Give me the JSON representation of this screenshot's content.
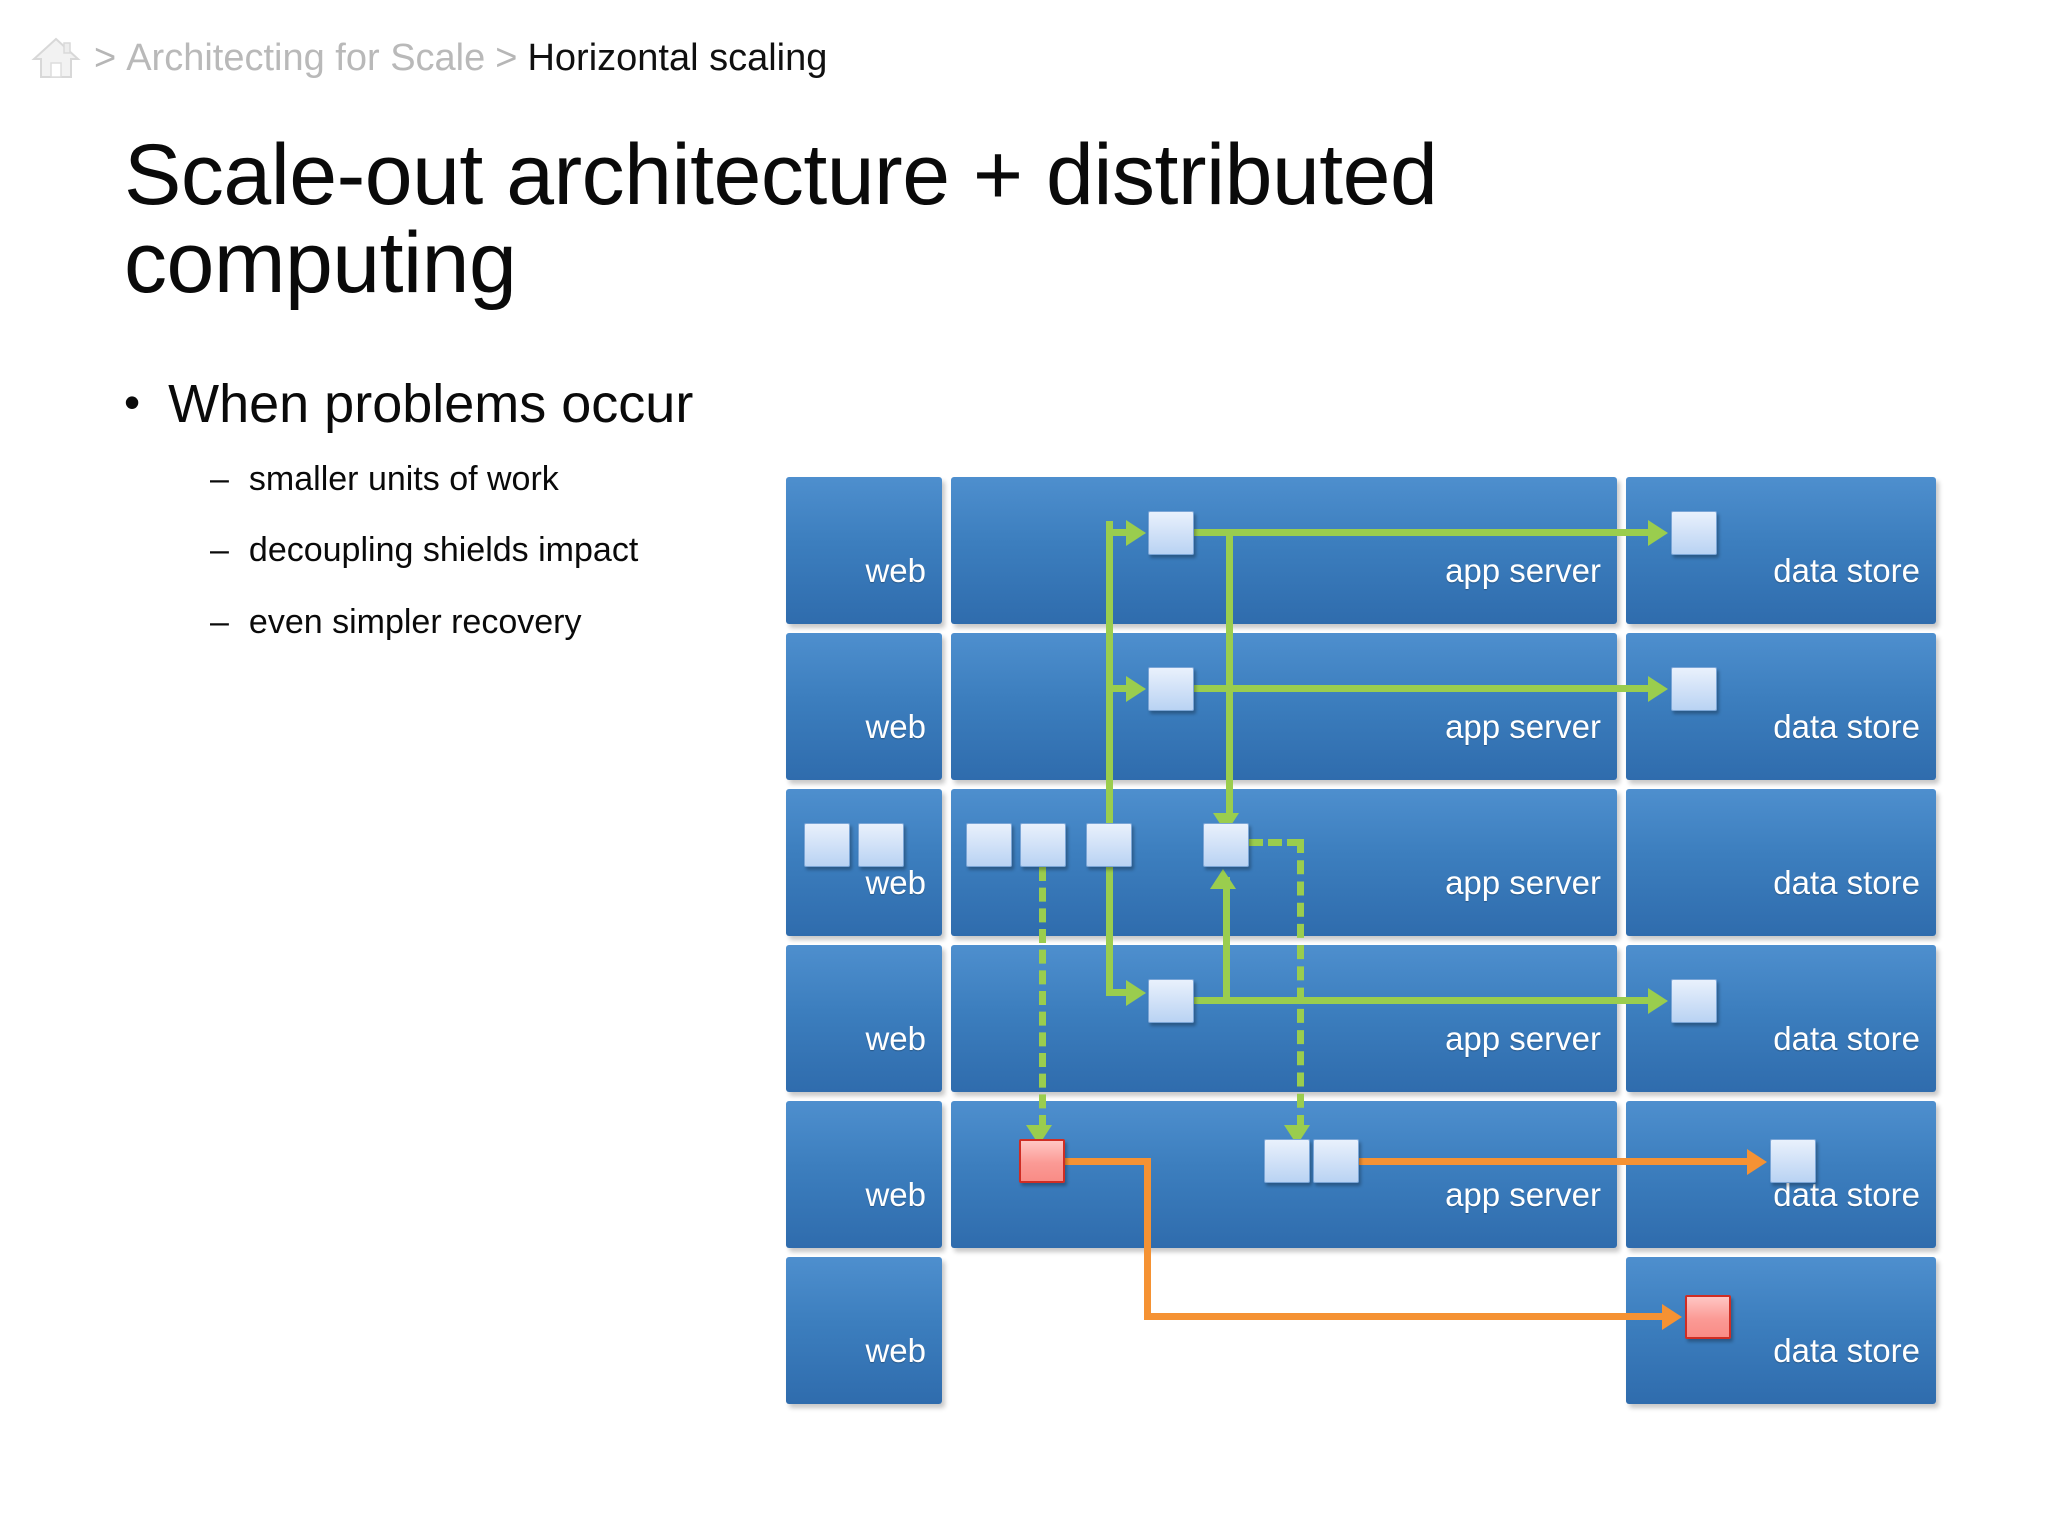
{
  "breadcrumb": {
    "home_icon": "home-icon",
    "separator": ">",
    "parent": "Architecting for Scale",
    "current": "Horizontal scaling"
  },
  "slide": {
    "title": "Scale-out architecture + distributed computing",
    "bullet_marker": "•",
    "dash_marker": "–",
    "bullets": [
      {
        "text": "When problems occur",
        "sub": [
          "smaller units of work",
          "decoupling shields impact",
          "even simpler recovery"
        ]
      }
    ]
  },
  "diagram": {
    "columns": [
      "web",
      "app server",
      "data store"
    ],
    "labels": {
      "web": "web",
      "app": "app server",
      "store": "data store"
    },
    "colors": {
      "tier": "#3c7ebe",
      "task_ok": "#cfe0f7",
      "task_failed": "#fb9a95",
      "flow_ok": "#9acd4e",
      "flow_failover": "#f59233"
    },
    "rows": [
      {
        "web_label": "web",
        "app_label": "app server",
        "store_label": "data store",
        "web_tasks": 0,
        "app_tasks": 1,
        "store_tasks": 1,
        "has_app": true,
        "has_store": true
      },
      {
        "web_label": "web",
        "app_label": "app server",
        "store_label": "data store",
        "web_tasks": 0,
        "app_tasks": 1,
        "store_tasks": 1,
        "has_app": true,
        "has_store": true
      },
      {
        "web_label": "web",
        "app_label": "app server",
        "store_label": "data store",
        "web_tasks": 2,
        "app_tasks": 4,
        "store_tasks": 0,
        "has_app": true,
        "has_store": true
      },
      {
        "web_label": "web",
        "app_label": "app server",
        "store_label": "data store",
        "web_tasks": 0,
        "app_tasks": 1,
        "store_tasks": 1,
        "has_app": true,
        "has_store": true
      },
      {
        "web_label": "web",
        "app_label": "app server",
        "store_label": "data store",
        "web_tasks": 0,
        "app_tasks": 3,
        "store_tasks": 1,
        "has_app": true,
        "has_store": true,
        "failed_task": true
      },
      {
        "web_label": "web",
        "app_label": "",
        "store_label": "data store",
        "web_tasks": 0,
        "app_tasks": 0,
        "store_tasks": 1,
        "has_app": false,
        "has_store": true,
        "failed_store_task": true
      }
    ]
  }
}
